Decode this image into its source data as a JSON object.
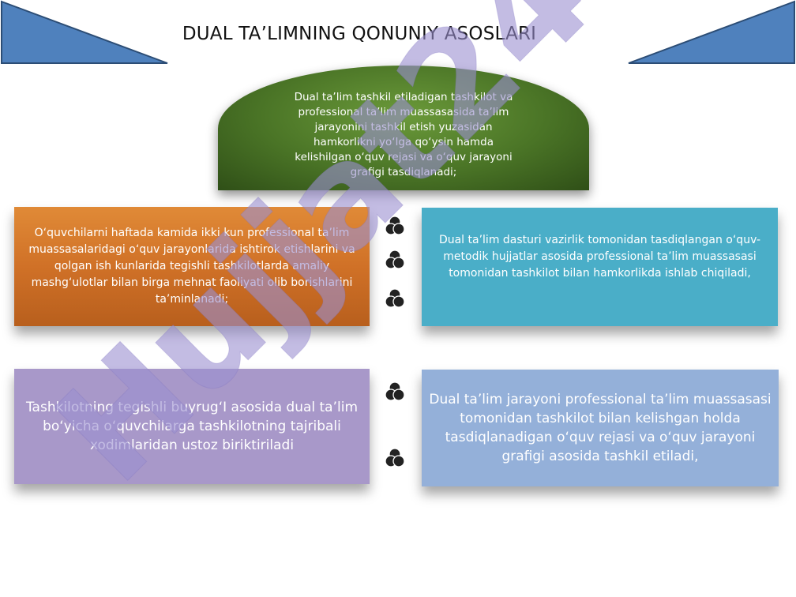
{
  "title": "DUAL TA’LIMNING QONUNIY ASOSLARI",
  "dome_text": "Dual ta’lim tashkil etiladigan tashkilot va professional ta’lim muassasasida ta’lim jarayonini tashkil etish yuzasidan hamkorlikni yo‘lga qo‘ysin hamda kelishilgan o‘quv rejasi va o‘quv jarayoni grafigi tasdiqlanadi;",
  "boxes": {
    "orange": "O‘quvchilarni haftada kamida ikki kun professional ta’lim muassasalaridagi o‘quv jarayonlarida ishtirok etishlarini va qolgan ish kunlarida tegishli tashkilotlarda amaliy mashg‘ulotlar bilan birga mehnat faoliyati olib borishlarini ta’minlanadi;",
    "teal": "Dual ta’lim dasturi vazirlik tomonidan  tasdiqlangan o‘quv-metodik hujjatlar asosida professional ta’lim muassasasi tomonidan tashkilot bilan hamkorlikda ishlab chiqiladi,",
    "purple": "Tashkilotning tegishli buyrug‘I asosida dual ta’lim bo‘yicha o‘quvchilarga tashkilotning tajribali xodimlaridan ustoz biriktiriladi",
    "blue": "Dual ta’lim jarayoni professional ta’lim muassasasi tomonidan tashkilot bilan kelishgan holda tasdiqlanadigan o‘quv rejasi va o‘quv jarayoni grafigi asosida tashkil etiladi,"
  },
  "watermark": "Hujjat24",
  "colors": {
    "corner_blue": "#4f81bd",
    "dome_green": "#4a7426",
    "orange": "#d07127",
    "teal": "#4aaec8",
    "purple": "#a898c9",
    "blue": "#94b0d9",
    "watermark": "#9b8fd0"
  },
  "icons": [
    "venn-icon",
    "venn-icon",
    "venn-icon",
    "venn-icon",
    "venn-icon"
  ]
}
